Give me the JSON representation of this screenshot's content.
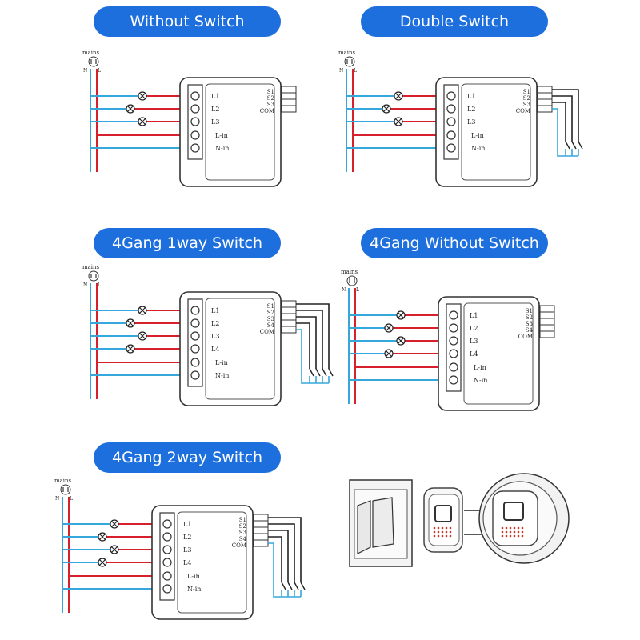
{
  "colors": {
    "live": "#d8202c",
    "neutral": "#35a7db",
    "outline": "#333333",
    "pill": "#1e6fde"
  },
  "labels": {
    "mains": "mains",
    "neutral_letter": "N",
    "live_letter": "L",
    "l_in": "L-in",
    "n_in": "N-in",
    "com": "COM"
  },
  "panels": [
    {
      "id": "without-switch",
      "title": "Without Switch",
      "loads": [
        "L1",
        "L2",
        "L3"
      ],
      "switch_inputs": [
        "S1",
        "S2",
        "S3"
      ],
      "has_switches": false
    },
    {
      "id": "double-switch",
      "title": "Double Switch",
      "loads": [
        "L1",
        "L2",
        "L3"
      ],
      "switch_inputs": [
        "S1",
        "S2",
        "S3"
      ],
      "has_switches": true
    },
    {
      "id": "4gang-1way-switch",
      "title": "4Gang 1way Switch",
      "loads": [
        "L1",
        "L2",
        "L3",
        "L4"
      ],
      "switch_inputs": [
        "S1",
        "S2",
        "S3",
        "S4"
      ],
      "has_switches": true
    },
    {
      "id": "4gang-without-switch",
      "title": "4Gang Without Switch",
      "loads": [
        "L1",
        "L2",
        "L3",
        "L4"
      ],
      "switch_inputs": [
        "S1",
        "S2",
        "S3",
        "S4"
      ],
      "has_switches": false
    },
    {
      "id": "4gang-2way-switch",
      "title": "4Gang 2way Switch",
      "loads": [
        "L1",
        "L2",
        "L3",
        "L4"
      ],
      "switch_inputs": [
        "S1",
        "S2",
        "S3",
        "S4"
      ],
      "has_switches": true
    }
  ],
  "illustration": {
    "icon": "installation-illustration-icon"
  }
}
